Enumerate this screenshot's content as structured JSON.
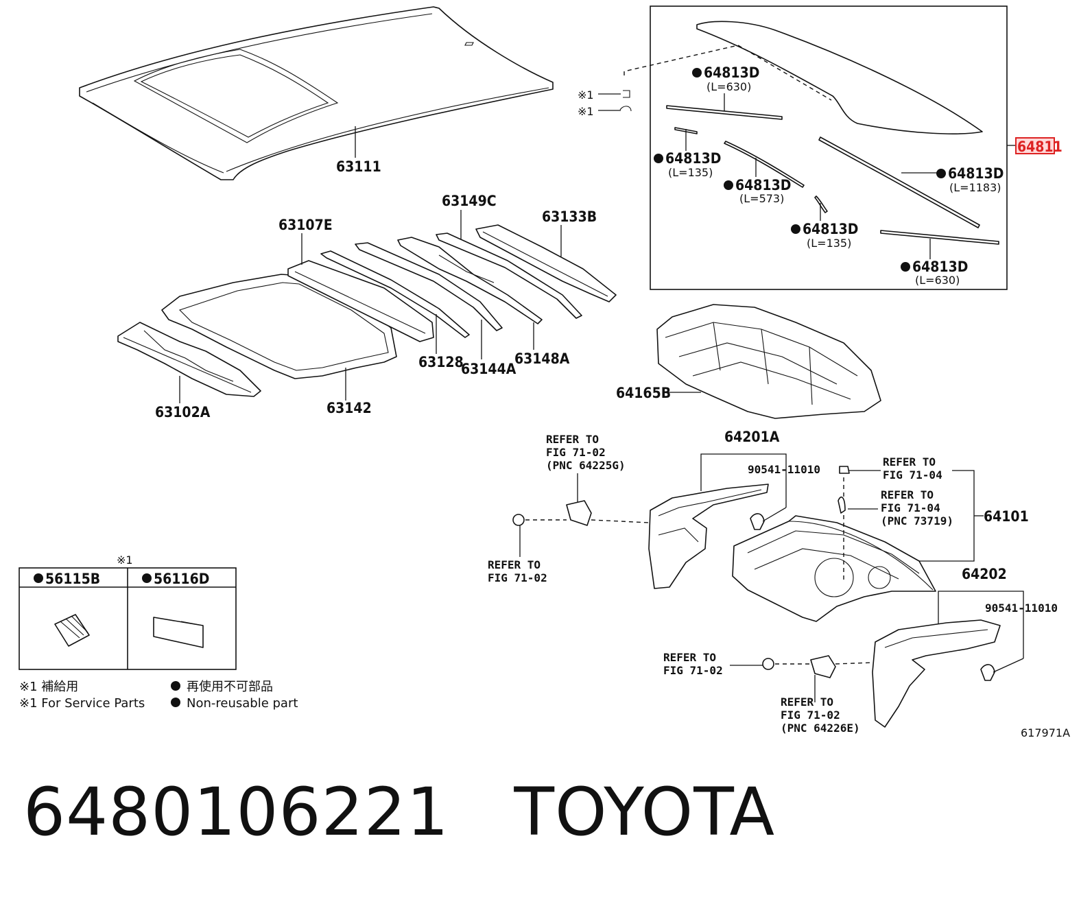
{
  "labels": {
    "p63111": "63111",
    "p63107e": "63107E",
    "p63149c": "63149C",
    "p63133b": "63133B",
    "p63128": "63128",
    "p63144a": "63144A",
    "p63148a": "63148A",
    "p63102a": "63102A",
    "p63142": "63142",
    "p64165b": "64165B",
    "p64201a": "64201A",
    "p64202": "64202",
    "p64101": "64101",
    "p64811": "64811",
    "bolt1": "90541-11010",
    "bolt2": "90541-11010",
    "ref1": "※1",
    "ref2": "※1"
  },
  "glass_box": {
    "items": [
      {
        "pnc": "64813D",
        "len": "(L=630)"
      },
      {
        "pnc": "64813D",
        "len": "(L=135)"
      },
      {
        "pnc": "64813D",
        "len": "(L=573)"
      },
      {
        "pnc": "64813D",
        "len": "(L=1183)"
      },
      {
        "pnc": "64813D",
        "len": "(L=135)"
      },
      {
        "pnc": "64813D",
        "len": "(L=630)"
      }
    ]
  },
  "refers": {
    "r1": {
      "line1": "REFER TO",
      "line2": "FIG 71-02",
      "line3": "(PNC 64225G)"
    },
    "r2": {
      "line1": "REFER TO",
      "line2": "FIG 71-02"
    },
    "r3": {
      "line1": "REFER TO",
      "line2": "FIG 71-04"
    },
    "r4": {
      "line1": "REFER TO",
      "line2": "FIG 71-04",
      "line3": "(PNC 73719)"
    },
    "r5": {
      "line1": "REFER TO",
      "line2": "FIG 71-02"
    },
    "r6": {
      "line1": "REFER TO",
      "line2": "FIG 71-02",
      "line3": "(PNC 64226E)"
    }
  },
  "service_box": {
    "header": "※1",
    "col1": "56115B",
    "col2": "56116D"
  },
  "legend": {
    "service_jp": "※1 補給用",
    "service_en": "※1 For Service Parts",
    "nonreuse_jp": "再使用不可部品",
    "nonreuse_en": "Non-reusable part"
  },
  "diagram_id": "617971A",
  "footer": {
    "part_number": "6480106221",
    "brand": "TOYOTA"
  }
}
